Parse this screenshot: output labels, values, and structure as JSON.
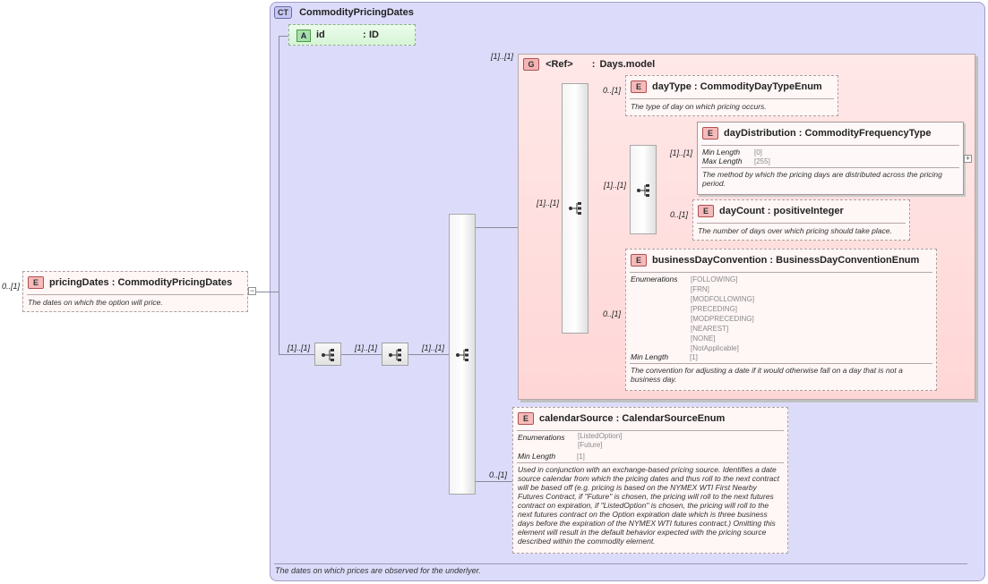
{
  "complex_type": {
    "badge": "CT",
    "name": "CommodityPricingDates",
    "doc": "The dates on which prices are observed for the underlyer."
  },
  "root": {
    "badge": "E",
    "cardinality": "0..[1]",
    "name": "pricingDates",
    "sep": ":",
    "type": "CommodityPricingDates",
    "doc": "The dates on which the option will price.",
    "collapse_symbol": "−"
  },
  "attribute": {
    "badge": "A",
    "name": "id",
    "sep": ":",
    "type": "ID"
  },
  "sequences": {
    "c1": "[1]..[1]",
    "c2": "[1]..[1]",
    "c3": "[1]..[1]",
    "c4": "[1]..[1]",
    "c5": "[1]..[1]"
  },
  "group": {
    "badge": "G",
    "ref": "<Ref>",
    "sep": ":",
    "name": "Days.model",
    "cardinality": "[1]..[1]"
  },
  "dayType": {
    "badge": "E",
    "cardinality": "0..[1]",
    "name": "dayType",
    "sep": ":",
    "type": "CommodityDayTypeEnum",
    "doc": "The type of day on which pricing occurs."
  },
  "dayDistribution": {
    "badge": "E",
    "cardinality": "[1]..[1]",
    "name": "dayDistribution",
    "sep": ":",
    "type": "CommodityFrequencyType",
    "min_label": "Min Length",
    "min_value": "[0]",
    "max_label": "Max Length",
    "max_value": "[255]",
    "doc": "The method by which the pricing days are distributed across the pricing period.",
    "expand_symbol": "+"
  },
  "dayCount": {
    "badge": "E",
    "cardinality": "0..[1]",
    "name": "dayCount",
    "sep": ":",
    "type": "positiveInteger",
    "doc": "The number of days over which pricing should take place."
  },
  "businessDayConvention": {
    "badge": "E",
    "cardinality": "0..[1]",
    "name": "businessDayConvention",
    "sep": ":",
    "type": "BusinessDayConventionEnum",
    "enum_label": "Enumerations",
    "enums": [
      "[FOLLOWING]",
      "[FRN]",
      "[MODFOLLOWING]",
      "[PRECEDING]",
      "[MODPRECEDING]",
      "[NEAREST]",
      "[NONE]",
      "[NotApplicable]"
    ],
    "min_label": "Min Length",
    "min_value": "[1]",
    "doc": "The convention for adjusting a date if it would otherwise fall on a day that is not a business day."
  },
  "calendarSource": {
    "badge": "E",
    "cardinality": "0..[1]",
    "name": "calendarSource",
    "sep": ":",
    "type": "CalendarSourceEnum",
    "enum_label": "Enumerations",
    "enums": [
      "[ListedOption]",
      "[Future]"
    ],
    "min_label": "Min Length",
    "min_value": "[1]",
    "doc": "Used in conjunction with an exchange-based pricing source. Identifies a date source calendar from which the pricing dates and thus roll to the next contract will be based off (e.g. pricing is based on the NYMEX WTI First Nearby Futures Contract, if \"Future\" is chosen, the pricing will roll to the next futures contract on expiration, if \"ListedOption\" is chosen, the pricing will roll to the next futures contract on the Option expiration date which is three business days before the expiration of the NYMEX WTI futures contract.) Omitting this element will result in the default behavior expected with the pricing source described within the commodity element."
  }
}
